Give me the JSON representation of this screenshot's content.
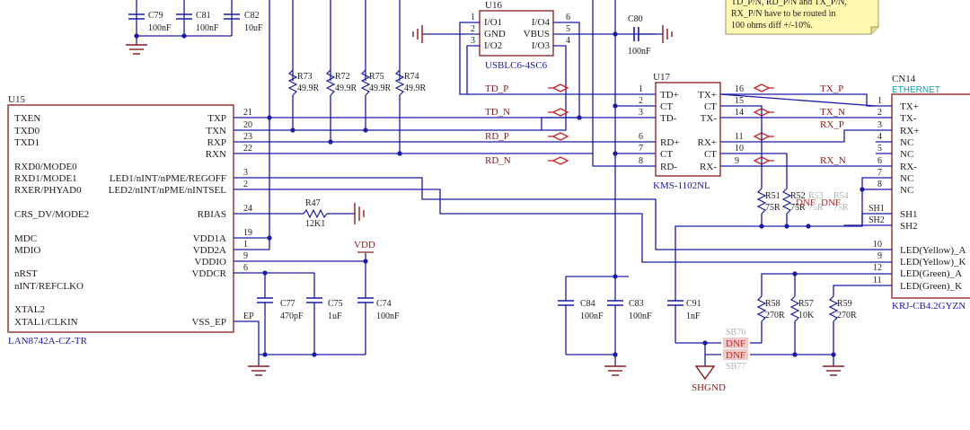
{
  "u15": {
    "ref": "U15",
    "part": "LAN8742A-CZ-TR",
    "left_pins": [
      "TXEN",
      "TXD0",
      "TXD1",
      "RXD0/MODE0",
      "RXD1/MODE1",
      "RXER/PHYAD0",
      "CRS_DV/MODE2",
      "MDC",
      "MDIO",
      "nRST",
      "nINT/REFCLKO",
      "XTAL2",
      "XTAL1/CLKIN"
    ],
    "right_pins": [
      "TXP",
      "TXN",
      "RXP",
      "RXN",
      "LED1/nINT/nPME/REGOFF",
      "LED2/nINT/nPME/nINTSEL",
      "RBIAS",
      "VDD1A",
      "VDD2A",
      "VDDIO",
      "VDDCR",
      "VSS_EP"
    ],
    "right_nums": [
      "21",
      "20",
      "23",
      "22",
      "3",
      "2",
      "24",
      "19",
      "1",
      "9",
      "6",
      "EP"
    ]
  },
  "u16": {
    "ref": "U16",
    "part": "USBLC6-4SC6",
    "left_pins": [
      "I/O1",
      "GND",
      "I/O2"
    ],
    "right_pins": [
      "I/O4",
      "VBUS",
      "I/O3"
    ],
    "left_nums": [
      "1",
      "2",
      "3"
    ],
    "right_nums": [
      "6",
      "5",
      "4"
    ]
  },
  "u17": {
    "ref": "U17",
    "part": "KMS-1102NL",
    "left_pins": [
      "TD+",
      "CT",
      "TD-",
      "RD+",
      "CT",
      "RD-"
    ],
    "left_nums": [
      "1",
      "2",
      "3",
      "6",
      "7",
      "8"
    ],
    "right_pins": [
      "TX+",
      "CT",
      "TX-",
      "RX+",
      "CT",
      "RX-"
    ],
    "right_nums": [
      "16",
      "15",
      "14",
      "11",
      "10",
      "9"
    ]
  },
  "cn14": {
    "ref": "CN14",
    "value": "ETHERNET",
    "part": "KRJ-CB4.2GYZN",
    "pins": [
      "TX+",
      "TX-",
      "RX+",
      "NC",
      "NC",
      "RX-",
      "NC",
      "NC",
      "SH1",
      "SH2",
      "LED(Yellow)_A",
      "LED(Yellow)_K",
      "LED(Green)_A",
      "LED(Green)_K"
    ],
    "nums": [
      "1",
      "2",
      "3",
      "4",
      "5",
      "6",
      "7",
      "8",
      "",
      "",
      "10",
      "9",
      "12",
      "11"
    ]
  },
  "nets": {
    "td_p": "TD_P",
    "td_n": "TD_N",
    "rd_p": "RD_P",
    "rd_n": "RD_N",
    "tx_p": "TX_P",
    "tx_n": "TX_N",
    "rx_p": "RX_P",
    "rx_n": "RX_N",
    "vdd": "VDD",
    "shgnd": "SHGND"
  },
  "resistors": [
    {
      "ref": "R73",
      "value": "49.9R"
    },
    {
      "ref": "R72",
      "value": "49.9R"
    },
    {
      "ref": "R75",
      "value": "49.9R"
    },
    {
      "ref": "R74",
      "value": "49.9R"
    },
    {
      "ref": "R47",
      "value": "12K1"
    },
    {
      "ref": "R51",
      "value": "75R"
    },
    {
      "ref": "R52",
      "value": "75R"
    },
    {
      "ref": "R53",
      "value": "75R"
    },
    {
      "ref": "R54",
      "value": "75R"
    },
    {
      "ref": "R58",
      "value": "270R"
    },
    {
      "ref": "R57",
      "value": "10K"
    },
    {
      "ref": "R59",
      "value": "270R"
    }
  ],
  "capacitors": [
    {
      "ref": "C79",
      "value": "100nF"
    },
    {
      "ref": "C81",
      "value": "100nF"
    },
    {
      "ref": "C82",
      "value": "10uF"
    },
    {
      "ref": "C80",
      "value": "100nF"
    },
    {
      "ref": "C77",
      "value": "470pF"
    },
    {
      "ref": "C75",
      "value": "1uF"
    },
    {
      "ref": "C74",
      "value": "100nF"
    },
    {
      "ref": "C84",
      "value": "100nF"
    },
    {
      "ref": "C83",
      "value": "100nF"
    },
    {
      "ref": "C91",
      "value": "1nF"
    }
  ],
  "solder_bridges": [
    {
      "ref": "SB76",
      "value": "DNF"
    },
    {
      "ref": "SB77",
      "value": "DNF"
    }
  ],
  "dnf_labels": [
    "DNF",
    "DNF"
  ],
  "note_lines": [
    "TD_P/N, RD_P/N and TX_P/N,",
    "RX_P/N have to be routed in",
    "100 ohms diff +/-10%."
  ]
}
